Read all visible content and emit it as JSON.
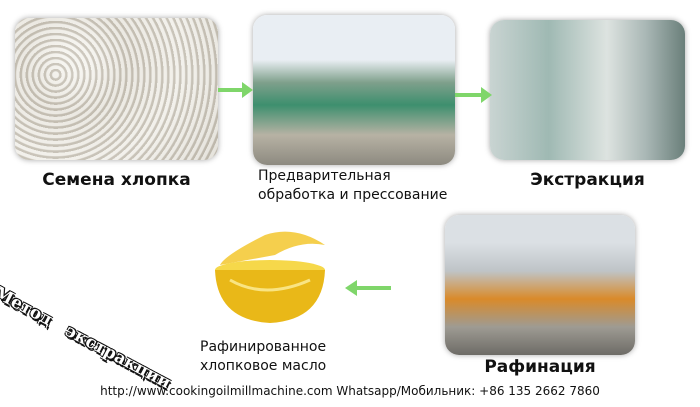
{
  "steps": {
    "seeds": "Семена хлопка",
    "pretreat_line1": "Предварительная",
    "pretreat_line2": "обработка и прессование",
    "extraction": "Экстракция",
    "refining": "Рафинация",
    "oil_line1": "Рафинированное",
    "oil_line2": "хлопковое масло"
  },
  "stamp": "Метод   экстракции",
  "footer": "http://www.cookingoilmillmachine.com  Whatsapp/Мобильник: +86 135 2662 7860",
  "colors": {
    "arrow": "#5cc24a"
  }
}
